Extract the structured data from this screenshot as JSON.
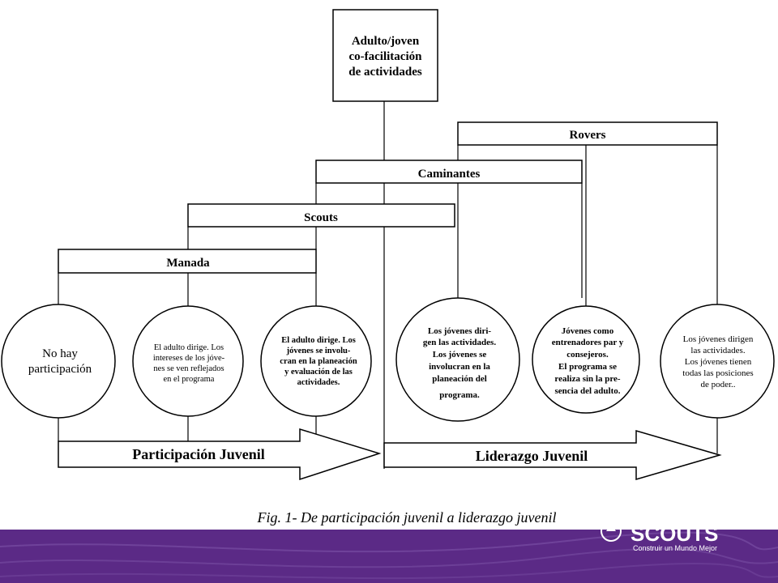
{
  "top_box": {
    "lines": [
      "Adulto/joven",
      "co-facilitación",
      "de actividades"
    ]
  },
  "bars": {
    "rovers": "Rovers",
    "caminantes": "Caminantes",
    "scouts": "Scouts",
    "manada": "Manada"
  },
  "circles": [
    {
      "lines": [
        "No hay",
        "participación"
      ]
    },
    {
      "lines": [
        "El adulto dirige. Los",
        "intereses de los jóve-",
        "nes se ven reflejados",
        "en el programa"
      ]
    },
    {
      "lines": [
        "El adulto dirige. Los",
        "jóvenes se involu-",
        "cran en la planeación",
        "y evaluación de las",
        "actividades."
      ]
    },
    {
      "lines": [
        "Los jóvenes diri-",
        "gen las actividades.",
        "Los jóvenes se",
        "involucran en la",
        "planeación del",
        "programa."
      ]
    },
    {
      "lines": [
        "Jóvenes como",
        "entrenadores par y",
        "consejeros.",
        "El programa se",
        "realiza sin la pre-",
        "sencia del adulto."
      ]
    },
    {
      "lines": [
        "Los jóvenes dirigen",
        "las actividades.",
        "Los jóvenes tienen",
        "todas las posiciones",
        "de poder.."
      ]
    }
  ],
  "arrows": {
    "left": "Participación Juvenil",
    "right": "Liderazgo Juvenil"
  },
  "caption": "Fig. 1- De participación juvenil a liderazgo juvenil",
  "footer": {
    "brand": "SCOUTS",
    "tagline": "Construir un Mundo Mejor",
    "color": "#5b2a86"
  }
}
